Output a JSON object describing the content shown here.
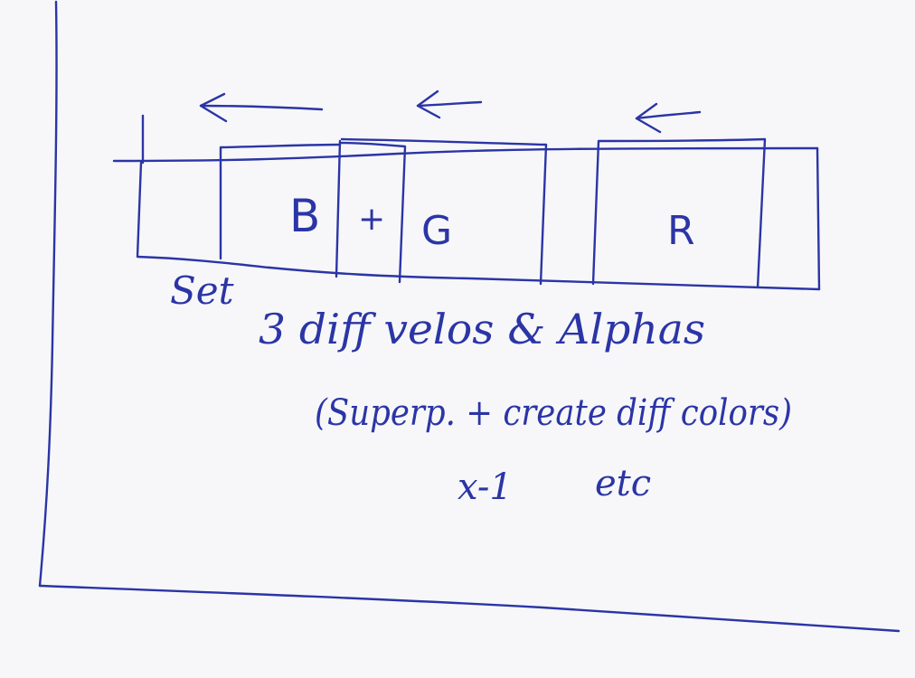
{
  "diagram": {
    "ink_color": "#2b35a6",
    "paper_color": "#f7f7f9",
    "blocks": [
      {
        "id": "b",
        "label": "B"
      },
      {
        "id": "plus",
        "label": "+"
      },
      {
        "id": "g",
        "label": "G"
      },
      {
        "id": "r",
        "label": "R"
      }
    ],
    "arrows": [
      {
        "direction": "left"
      },
      {
        "direction": "left"
      },
      {
        "direction": "left"
      }
    ]
  },
  "notes": {
    "line1_a": "Set",
    "line1_b": "3 diff velos & Alphas",
    "line2": "(Superp. + create diff colors)",
    "line3_a": "x-1",
    "line3_b": "etc"
  }
}
